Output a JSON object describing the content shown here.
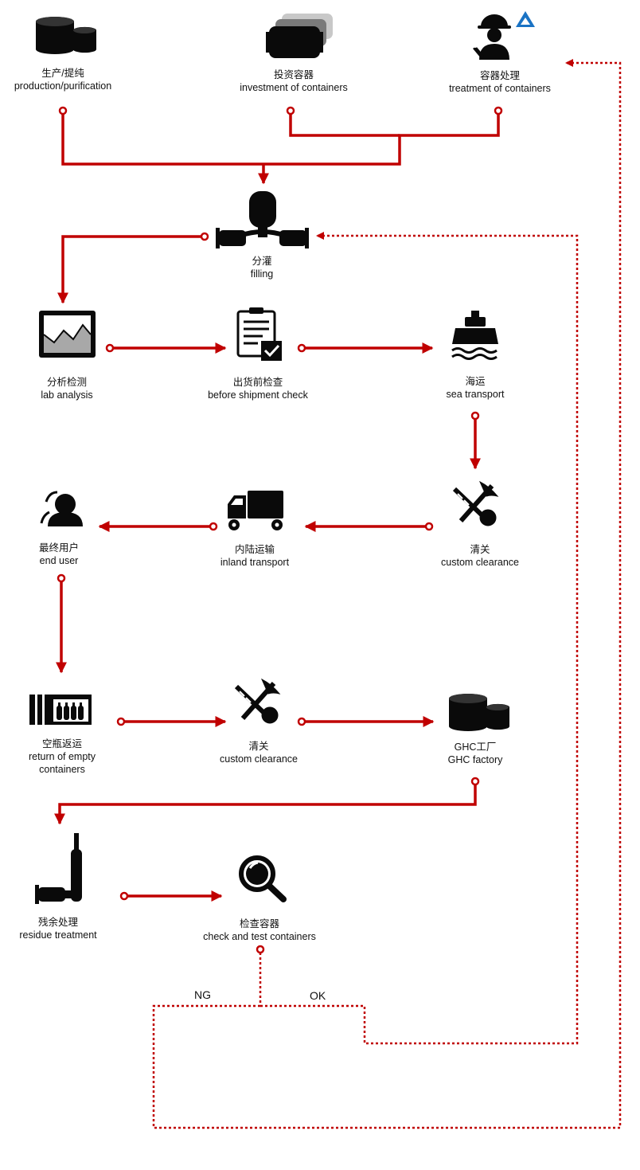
{
  "colors": {
    "line": "#c00000",
    "icon": "#0a0a0a",
    "accent": "#1a73c4"
  },
  "nodes": {
    "production": {
      "zh": "生产/提纯",
      "en": "production/purification",
      "icon": "storage-tanks-icon"
    },
    "investment": {
      "zh": "投资容器",
      "en": "investment of containers",
      "icon": "container-stack-icon"
    },
    "treatment": {
      "zh": "容器处理",
      "en": "treatment of containers",
      "icon": "worker-icon"
    },
    "filling": {
      "zh": "分灌",
      "en": "filling",
      "icon": "filling-manifold-icon"
    },
    "lab": {
      "zh": "分析检测",
      "en": "lab analysis",
      "icon": "monitor-chart-icon"
    },
    "before_check": {
      "zh": "出货前检查",
      "en": "before shipment check",
      "icon": "clipboard-check-icon"
    },
    "sea": {
      "zh": "海运",
      "en": "sea transport",
      "icon": "ship-icon"
    },
    "customs1": {
      "zh": "清关",
      "en": "custom clearance",
      "icon": "customs-icon"
    },
    "inland": {
      "zh": "内陆运输",
      "en": "inland transport",
      "icon": "truck-icon"
    },
    "end_user": {
      "zh": "最终用户",
      "en": "end user",
      "icon": "user-icon"
    },
    "return_empty": {
      "zh": "空瓶返运",
      "en_lines": [
        "return of empty",
        "containers"
      ],
      "icon": "container-bottles-icon"
    },
    "customs2": {
      "zh": "清关",
      "en": "custom clearance",
      "icon": "customs-icon"
    },
    "ghc": {
      "zh": "GHC工厂",
      "en": "GHC factory",
      "icon": "storage-tanks-icon"
    },
    "residue": {
      "zh": "残余处理",
      "en": "residue treatment",
      "icon": "residue-equipment-icon"
    },
    "check_test": {
      "zh": "检查容器",
      "en": "check and test containers",
      "icon": "magnifier-icon"
    }
  },
  "branches": {
    "ng": "NG",
    "ok": "OK"
  }
}
